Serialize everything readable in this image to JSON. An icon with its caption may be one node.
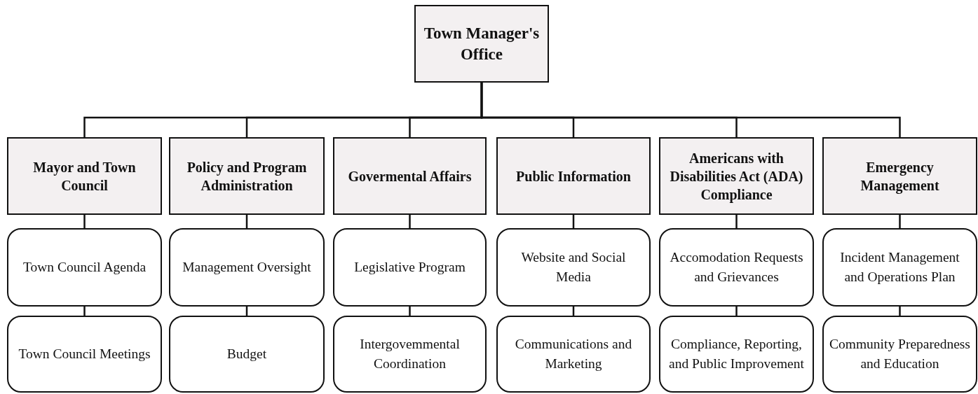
{
  "diagram": {
    "nodes": [
      {
        "text": [
          "Town Manager's Office"
        ]
      },
      {
        "text": [
          "Mayor and Town Council"
        ]
      },
      {
        "text": [
          "Policy and Program Administration"
        ]
      },
      {
        "text": [
          "Govermental Affairs"
        ]
      },
      {
        "text": [
          "Public Information"
        ]
      },
      {
        "text": [
          "Americans with Disabilities Act (ADA) Compliance"
        ]
      },
      {
        "text": [
          "Emergency Management"
        ]
      },
      {
        "text": [
          "Town Council Agenda"
        ]
      },
      {
        "text": [
          "Management Oversight"
        ]
      },
      {
        "text": [
          "Legislative Program"
        ]
      },
      {
        "text": [
          "Website and Social Media"
        ]
      },
      {
        "text": [
          "Accomodation Requests and Grievances"
        ]
      },
      {
        "text": [
          "Incident Management and Operations Plan"
        ]
      },
      {
        "text": [
          "Town Council Meetings"
        ]
      },
      {
        "text": [
          "Budget"
        ]
      },
      {
        "text": [
          "Intergovemmental Coordination"
        ]
      },
      {
        "text": [
          "Communications and Marketing"
        ]
      },
      {
        "text": [
          "Compliance, Reporting, and Public Improvement"
        ]
      },
      {
        "text": [
          "Community Preparedness and Education"
        ]
      }
    ],
    "edges": [
      {
        "from": 0,
        "to": 1,
        "arrow": "none"
      },
      {
        "from": 0,
        "to": 2,
        "arrow": "none"
      },
      {
        "from": 0,
        "to": 3,
        "arrow": "none"
      },
      {
        "from": 0,
        "to": 4,
        "arrow": "none"
      },
      {
        "from": 0,
        "to": 5,
        "arrow": "none"
      },
      {
        "from": 0,
        "to": 6,
        "arrow": "none"
      },
      {
        "from": 1,
        "to": 7,
        "arrow": "none"
      },
      {
        "from": 2,
        "to": 8,
        "arrow": "none"
      },
      {
        "from": 3,
        "to": 9,
        "arrow": "none"
      },
      {
        "from": 4,
        "to": 10,
        "arrow": "none"
      },
      {
        "from": 5,
        "to": 11,
        "arrow": "none"
      },
      {
        "from": 6,
        "to": 12,
        "arrow": "none"
      },
      {
        "from": 7,
        "to": 13,
        "arrow": "none"
      },
      {
        "from": 8,
        "to": 14,
        "arrow": "none"
      },
      {
        "from": 9,
        "to": 15,
        "arrow": "none"
      },
      {
        "from": 10,
        "to": 16,
        "arrow": "none"
      },
      {
        "from": 11,
        "to": 17,
        "arrow": "none"
      },
      {
        "from": 12,
        "to": 18,
        "arrow": "none"
      }
    ]
  }
}
